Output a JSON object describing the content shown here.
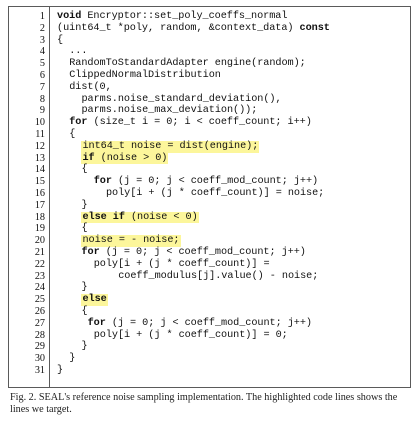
{
  "figure": {
    "lines": [
      {
        "n": "1",
        "indent": 0,
        "segments": [
          {
            "t": "void",
            "b": true
          },
          {
            "t": " Encryptor::set_poly_coeffs_normal"
          }
        ]
      },
      {
        "n": "2",
        "indent": 0,
        "segments": [
          {
            "t": "(uint64_t *poly, random, &context_data) "
          },
          {
            "t": "const",
            "b": true
          }
        ]
      },
      {
        "n": "3",
        "indent": 0,
        "segments": [
          {
            "t": "{"
          }
        ]
      },
      {
        "n": "4",
        "indent": 2,
        "segments": [
          {
            "t": "..."
          }
        ]
      },
      {
        "n": "5",
        "indent": 2,
        "segments": [
          {
            "t": "RandomToStandardAdapter engine(random);"
          }
        ]
      },
      {
        "n": "6",
        "indent": 2,
        "segments": [
          {
            "t": "ClippedNormalDistribution"
          }
        ]
      },
      {
        "n": "7",
        "indent": 2,
        "segments": [
          {
            "t": "dist(0,"
          }
        ]
      },
      {
        "n": "8",
        "indent": 4,
        "segments": [
          {
            "t": "parms.noise_standard_deviation(),"
          }
        ]
      },
      {
        "n": "9",
        "indent": 4,
        "segments": [
          {
            "t": "parms.noise_max_deviation());"
          }
        ]
      },
      {
        "n": "10",
        "indent": 2,
        "segments": [
          {
            "t": "for",
            "b": true
          },
          {
            "t": " (size_t i = 0; i < coeff_count; i++)"
          }
        ]
      },
      {
        "n": "11",
        "indent": 2,
        "segments": [
          {
            "t": "{"
          }
        ]
      },
      {
        "n": "12",
        "indent": 4,
        "hl": true,
        "segments": [
          {
            "t": "int64_t noise = dist(engine);"
          }
        ]
      },
      {
        "n": "13",
        "indent": 4,
        "hl": true,
        "segments": [
          {
            "t": "if",
            "b": true
          },
          {
            "t": " (noise > 0)"
          }
        ]
      },
      {
        "n": "14",
        "indent": 4,
        "segments": [
          {
            "t": "{"
          }
        ]
      },
      {
        "n": "15",
        "indent": 6,
        "segments": [
          {
            "t": "for",
            "b": true
          },
          {
            "t": " (j = 0; j < coeff_mod_count; j++)"
          }
        ]
      },
      {
        "n": "16",
        "indent": 8,
        "segments": [
          {
            "t": "poly[i + (j * coeff_count)] = noise;"
          }
        ]
      },
      {
        "n": "17",
        "indent": 4,
        "segments": [
          {
            "t": "}"
          }
        ]
      },
      {
        "n": "18",
        "indent": 4,
        "hl": true,
        "segments": [
          {
            "t": "else if",
            "b": true
          },
          {
            "t": " (noise < 0)"
          }
        ]
      },
      {
        "n": "19",
        "indent": 4,
        "segments": [
          {
            "t": "{"
          }
        ]
      },
      {
        "n": "20",
        "indent": 4,
        "hl": true,
        "segments": [
          {
            "t": "noise = - noise;"
          }
        ]
      },
      {
        "n": "21",
        "indent": 4,
        "segments": [
          {
            "t": "for",
            "b": true
          },
          {
            "t": " (j = 0; j < coeff_mod_count; j++)"
          }
        ]
      },
      {
        "n": "22",
        "indent": 6,
        "segments": [
          {
            "t": "poly[i + (j * coeff_count)] ="
          }
        ]
      },
      {
        "n": "23",
        "indent": 10,
        "segments": [
          {
            "t": "coeff_modulus[j].value() - noise;"
          }
        ]
      },
      {
        "n": "24",
        "indent": 4,
        "segments": [
          {
            "t": "}"
          }
        ]
      },
      {
        "n": "25",
        "indent": 4,
        "hl": true,
        "segments": [
          {
            "t": "else",
            "b": true
          }
        ]
      },
      {
        "n": "26",
        "indent": 4,
        "segments": [
          {
            "t": "{"
          }
        ]
      },
      {
        "n": "27",
        "indent": 5,
        "segments": [
          {
            "t": "for",
            "b": true
          },
          {
            "t": " (j = 0; j < coeff_mod_count; j++)"
          }
        ]
      },
      {
        "n": "28",
        "indent": 6,
        "segments": [
          {
            "t": "poly[i + (j * coeff_count)] = 0;"
          }
        ]
      },
      {
        "n": "29",
        "indent": 4,
        "segments": [
          {
            "t": "}"
          }
        ]
      },
      {
        "n": "30",
        "indent": 2,
        "segments": [
          {
            "t": "}"
          }
        ]
      },
      {
        "n": "31",
        "indent": 0,
        "segments": [
          {
            "t": "}"
          }
        ]
      }
    ]
  },
  "caption": "Fig. 2.  SEAL's reference noise sampling implementation. The highlighted code lines shows the lines we target."
}
